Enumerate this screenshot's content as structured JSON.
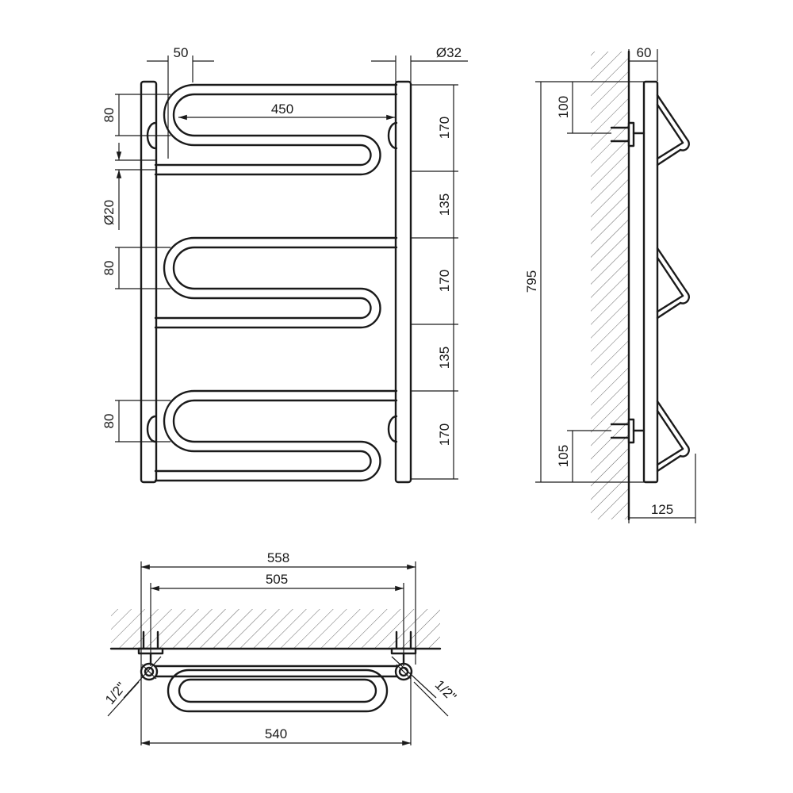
{
  "front_view": {
    "dims": {
      "pipe_offset": "50",
      "post_diameter": "Ø32",
      "coil_width": "450",
      "loop_height_top": "80",
      "loop_height_mid": "80",
      "loop_height_bot": "80",
      "bar_diameter": "Ø20",
      "section_top": "170",
      "gap_upper": "135",
      "section_mid": "170",
      "gap_lower": "135",
      "section_bot": "170"
    }
  },
  "side_view": {
    "dims": {
      "depth_wall": "60",
      "top_mount": "100",
      "total_height": "795",
      "bottom_mount": "105",
      "depth_total": "125"
    }
  },
  "top_view": {
    "dims": {
      "overall_width": "558",
      "center_distance": "505",
      "post_width": "540",
      "thread_left": "1/2\"",
      "thread_right": "1/2\""
    }
  }
}
